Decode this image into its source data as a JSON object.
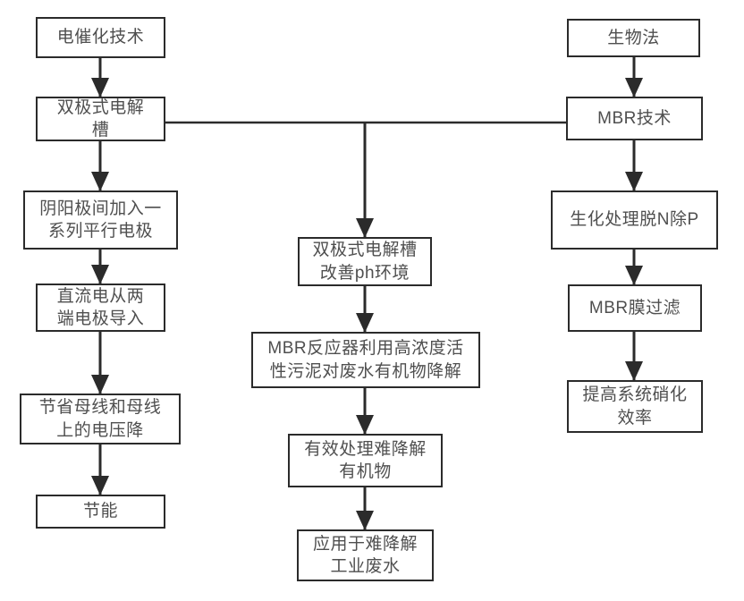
{
  "diagram": {
    "type": "flowchart",
    "colors": {
      "background": "#ffffff",
      "box_border": "#2b2b2b",
      "box_fill": "#ffffff",
      "text": "#4f4f4f",
      "connector": "#2b2b2b"
    },
    "nodes": {
      "electrocatalysis_tech": "电催化技术",
      "bipolar_electrolytic_cell": "双极式电解\n槽",
      "parallel_electrodes": "阴阳极间加入一\n系列平行电极",
      "dc_current_feed": "直流电从两\n端电极导入",
      "busbar_voltage_saving": "节省母线和母线\n上的电压降",
      "energy_saving": "节能",
      "ph_improvement": "双极式电解槽\n改善ph环境",
      "mbr_reactor_degradation": "MBR反应器利用高浓度活\n性污泥对废水有机物降解",
      "refractory_organics_treatment": "有效处理难降解\n有机物",
      "industrial_wastewater_application": "应用于难降解\n工业废水",
      "biological_method": "生物法",
      "mbr_tech": "MBR技术",
      "n_p_removal": "生化处理脱N除P",
      "mbr_membrane_filtration": "MBR膜过滤",
      "nitrification_efficiency": "提高系统硝化\n效率"
    },
    "edges": [
      "electrocatalysis_tech -> bipolar_electrolytic_cell",
      "bipolar_electrolytic_cell -> parallel_electrodes",
      "parallel_electrodes -> dc_current_feed",
      "dc_current_feed -> busbar_voltage_saving",
      "busbar_voltage_saving -> energy_saving",
      "biological_method -> mbr_tech",
      "mbr_tech -> n_p_removal",
      "n_p_removal -> mbr_membrane_filtration",
      "mbr_membrane_filtration -> nitrification_efficiency",
      "bipolar_electrolytic_cell + mbr_tech -> ph_improvement",
      "ph_improvement -> mbr_reactor_degradation",
      "mbr_reactor_degradation -> refractory_organics_treatment",
      "refractory_organics_treatment -> industrial_wastewater_application"
    ]
  }
}
